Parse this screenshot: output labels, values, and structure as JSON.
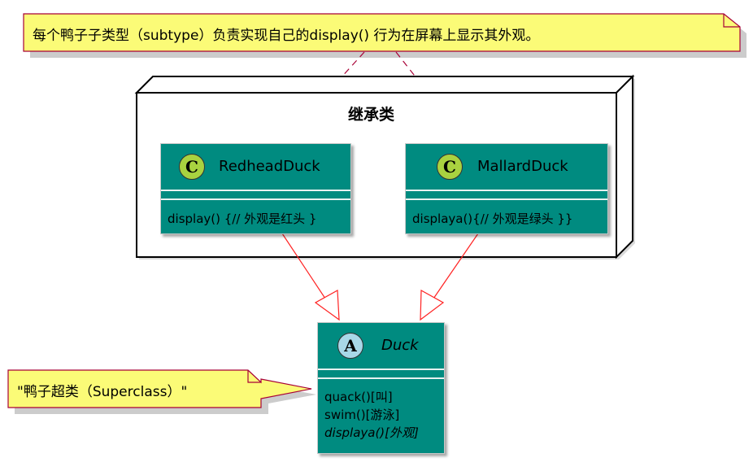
{
  "notes": {
    "top": "每个鸭子子类型（subtype）负责实现自己的display() 行为在屏幕上显示其外观。",
    "left": "\"鸭子超类（Superclass）\""
  },
  "package": {
    "title": "继承类"
  },
  "classes": {
    "redhead": {
      "stereotype": "C",
      "name": "RedheadDuck",
      "methods": [
        "display() {// 外观是红头 }"
      ]
    },
    "mallard": {
      "stereotype": "C",
      "name": "MallardDuck",
      "methods": [
        "displaya(){// 外观是绿头 }}"
      ]
    },
    "duck": {
      "stereotype": "A",
      "name": "Duck",
      "methods": [
        "quack()[叫]",
        "swim()[游泳]",
        "displaya()[外观]"
      ]
    }
  },
  "colors": {
    "class_fill": "#008b80",
    "note_fill": "#fbfb77",
    "note_border": "#a80036",
    "arrow": "#ff2222",
    "badge_class": "#a9d240",
    "badge_abstract": "#a8d8e8"
  }
}
